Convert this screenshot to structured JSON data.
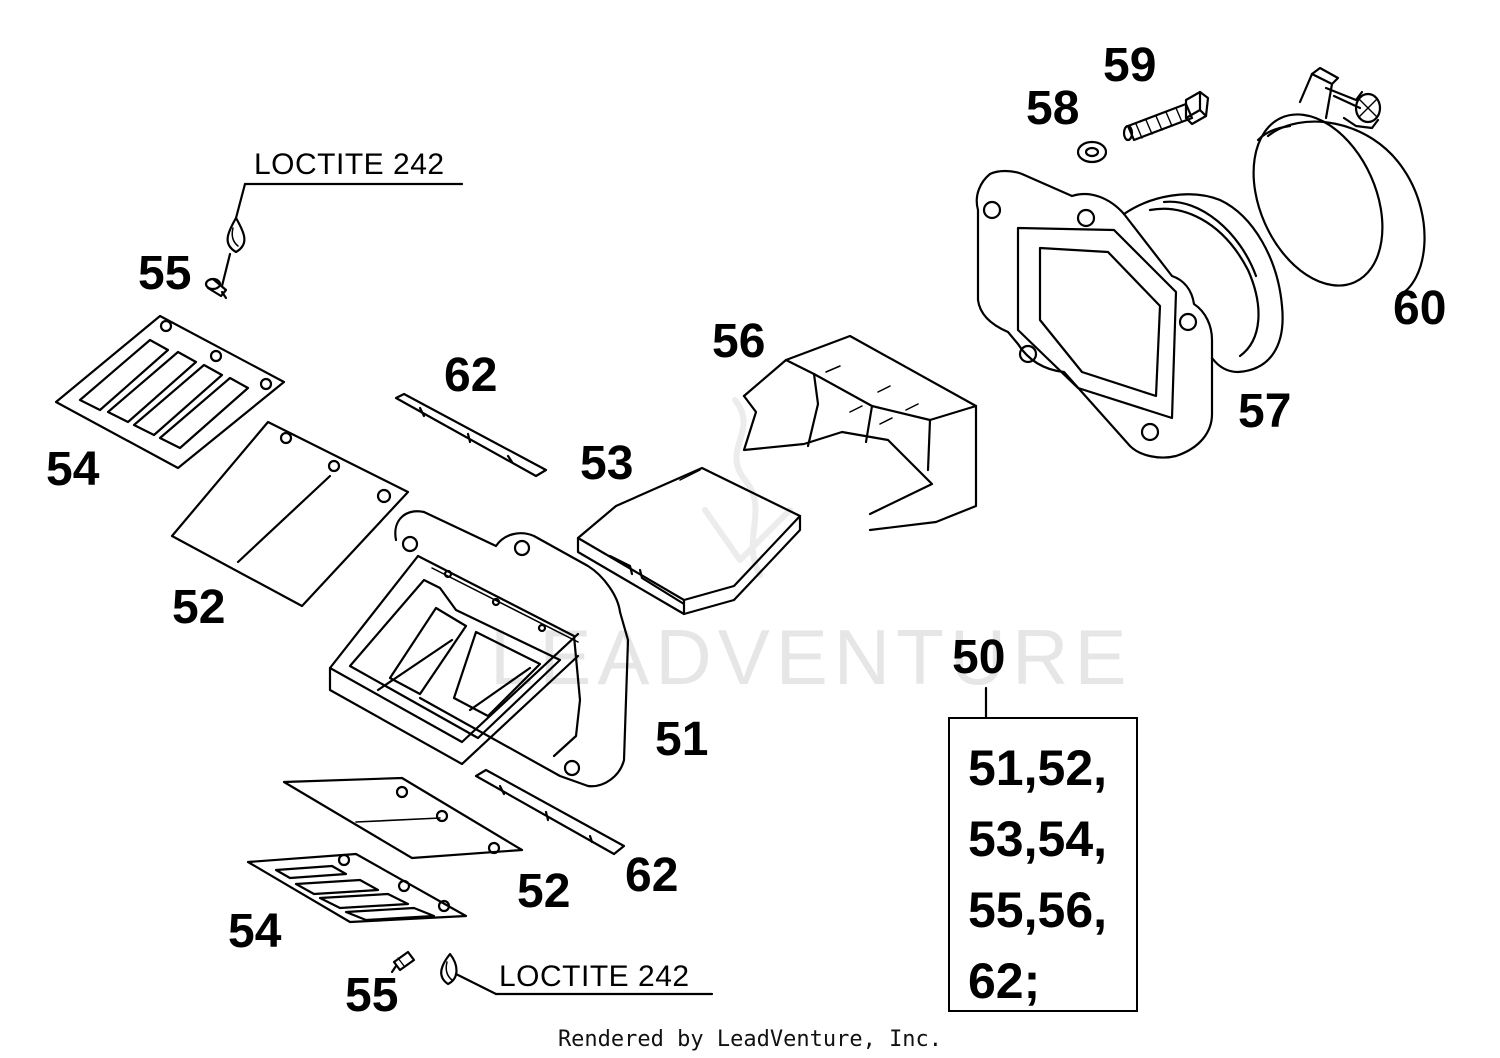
{
  "callouts": {
    "c50": "50",
    "c51": "51",
    "c52a": "52",
    "c52b": "52",
    "c53": "53",
    "c54a": "54",
    "c54b": "54",
    "c55a": "55",
    "c55b": "55",
    "c56": "56",
    "c57": "57",
    "c58": "58",
    "c59": "59",
    "c60": "60",
    "c62a": "62",
    "c62b": "62"
  },
  "notes": {
    "loctite_top": "LOCTITE 242",
    "loctite_bottom": "LOCTITE 242"
  },
  "kit": {
    "lines": [
      "51,52,",
      "53,54,",
      "55,56,",
      "62;"
    ]
  },
  "watermark": "LEADVENTURE",
  "footer": "Rendered by LeadVenture, Inc."
}
